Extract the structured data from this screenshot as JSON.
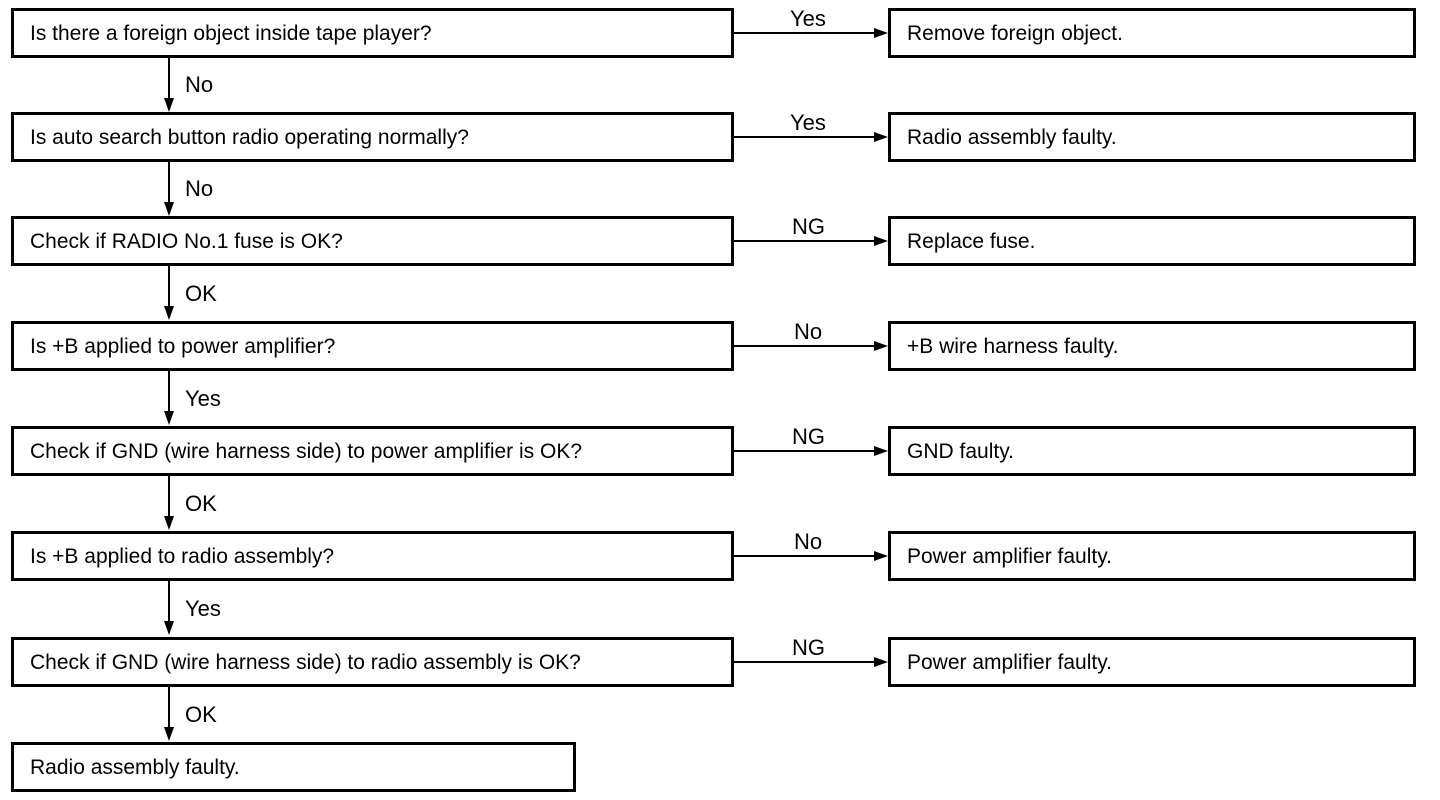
{
  "steps": [
    {
      "question": "Is there a foreign object inside tape player?",
      "branch_label": "Yes",
      "result": "Remove foreign object.",
      "down_label": "No"
    },
    {
      "question": "Is auto search button radio operating normally?",
      "branch_label": "Yes",
      "result": "Radio assembly faulty.",
      "down_label": "No"
    },
    {
      "question": "Check if RADIO No.1 fuse is OK?",
      "branch_label": "NG",
      "result": "Replace fuse.",
      "down_label": "OK"
    },
    {
      "question": "Is +B applied to power amplifier?",
      "branch_label": "No",
      "result": "+B wire harness faulty.",
      "down_label": "Yes"
    },
    {
      "question": "Check if GND (wire harness side) to power amplifier is OK?",
      "branch_label": "NG",
      "result": "GND faulty.",
      "down_label": "OK"
    },
    {
      "question": "Is +B applied to radio assembly?",
      "branch_label": "No",
      "result": "Power amplifier faulty.",
      "down_label": "Yes"
    },
    {
      "question": "Check if GND (wire harness side) to radio assembly is OK?",
      "branch_label": "NG",
      "result": "Power amplifier faulty.",
      "down_label": "OK"
    }
  ],
  "final_result": "Radio assembly faulty."
}
